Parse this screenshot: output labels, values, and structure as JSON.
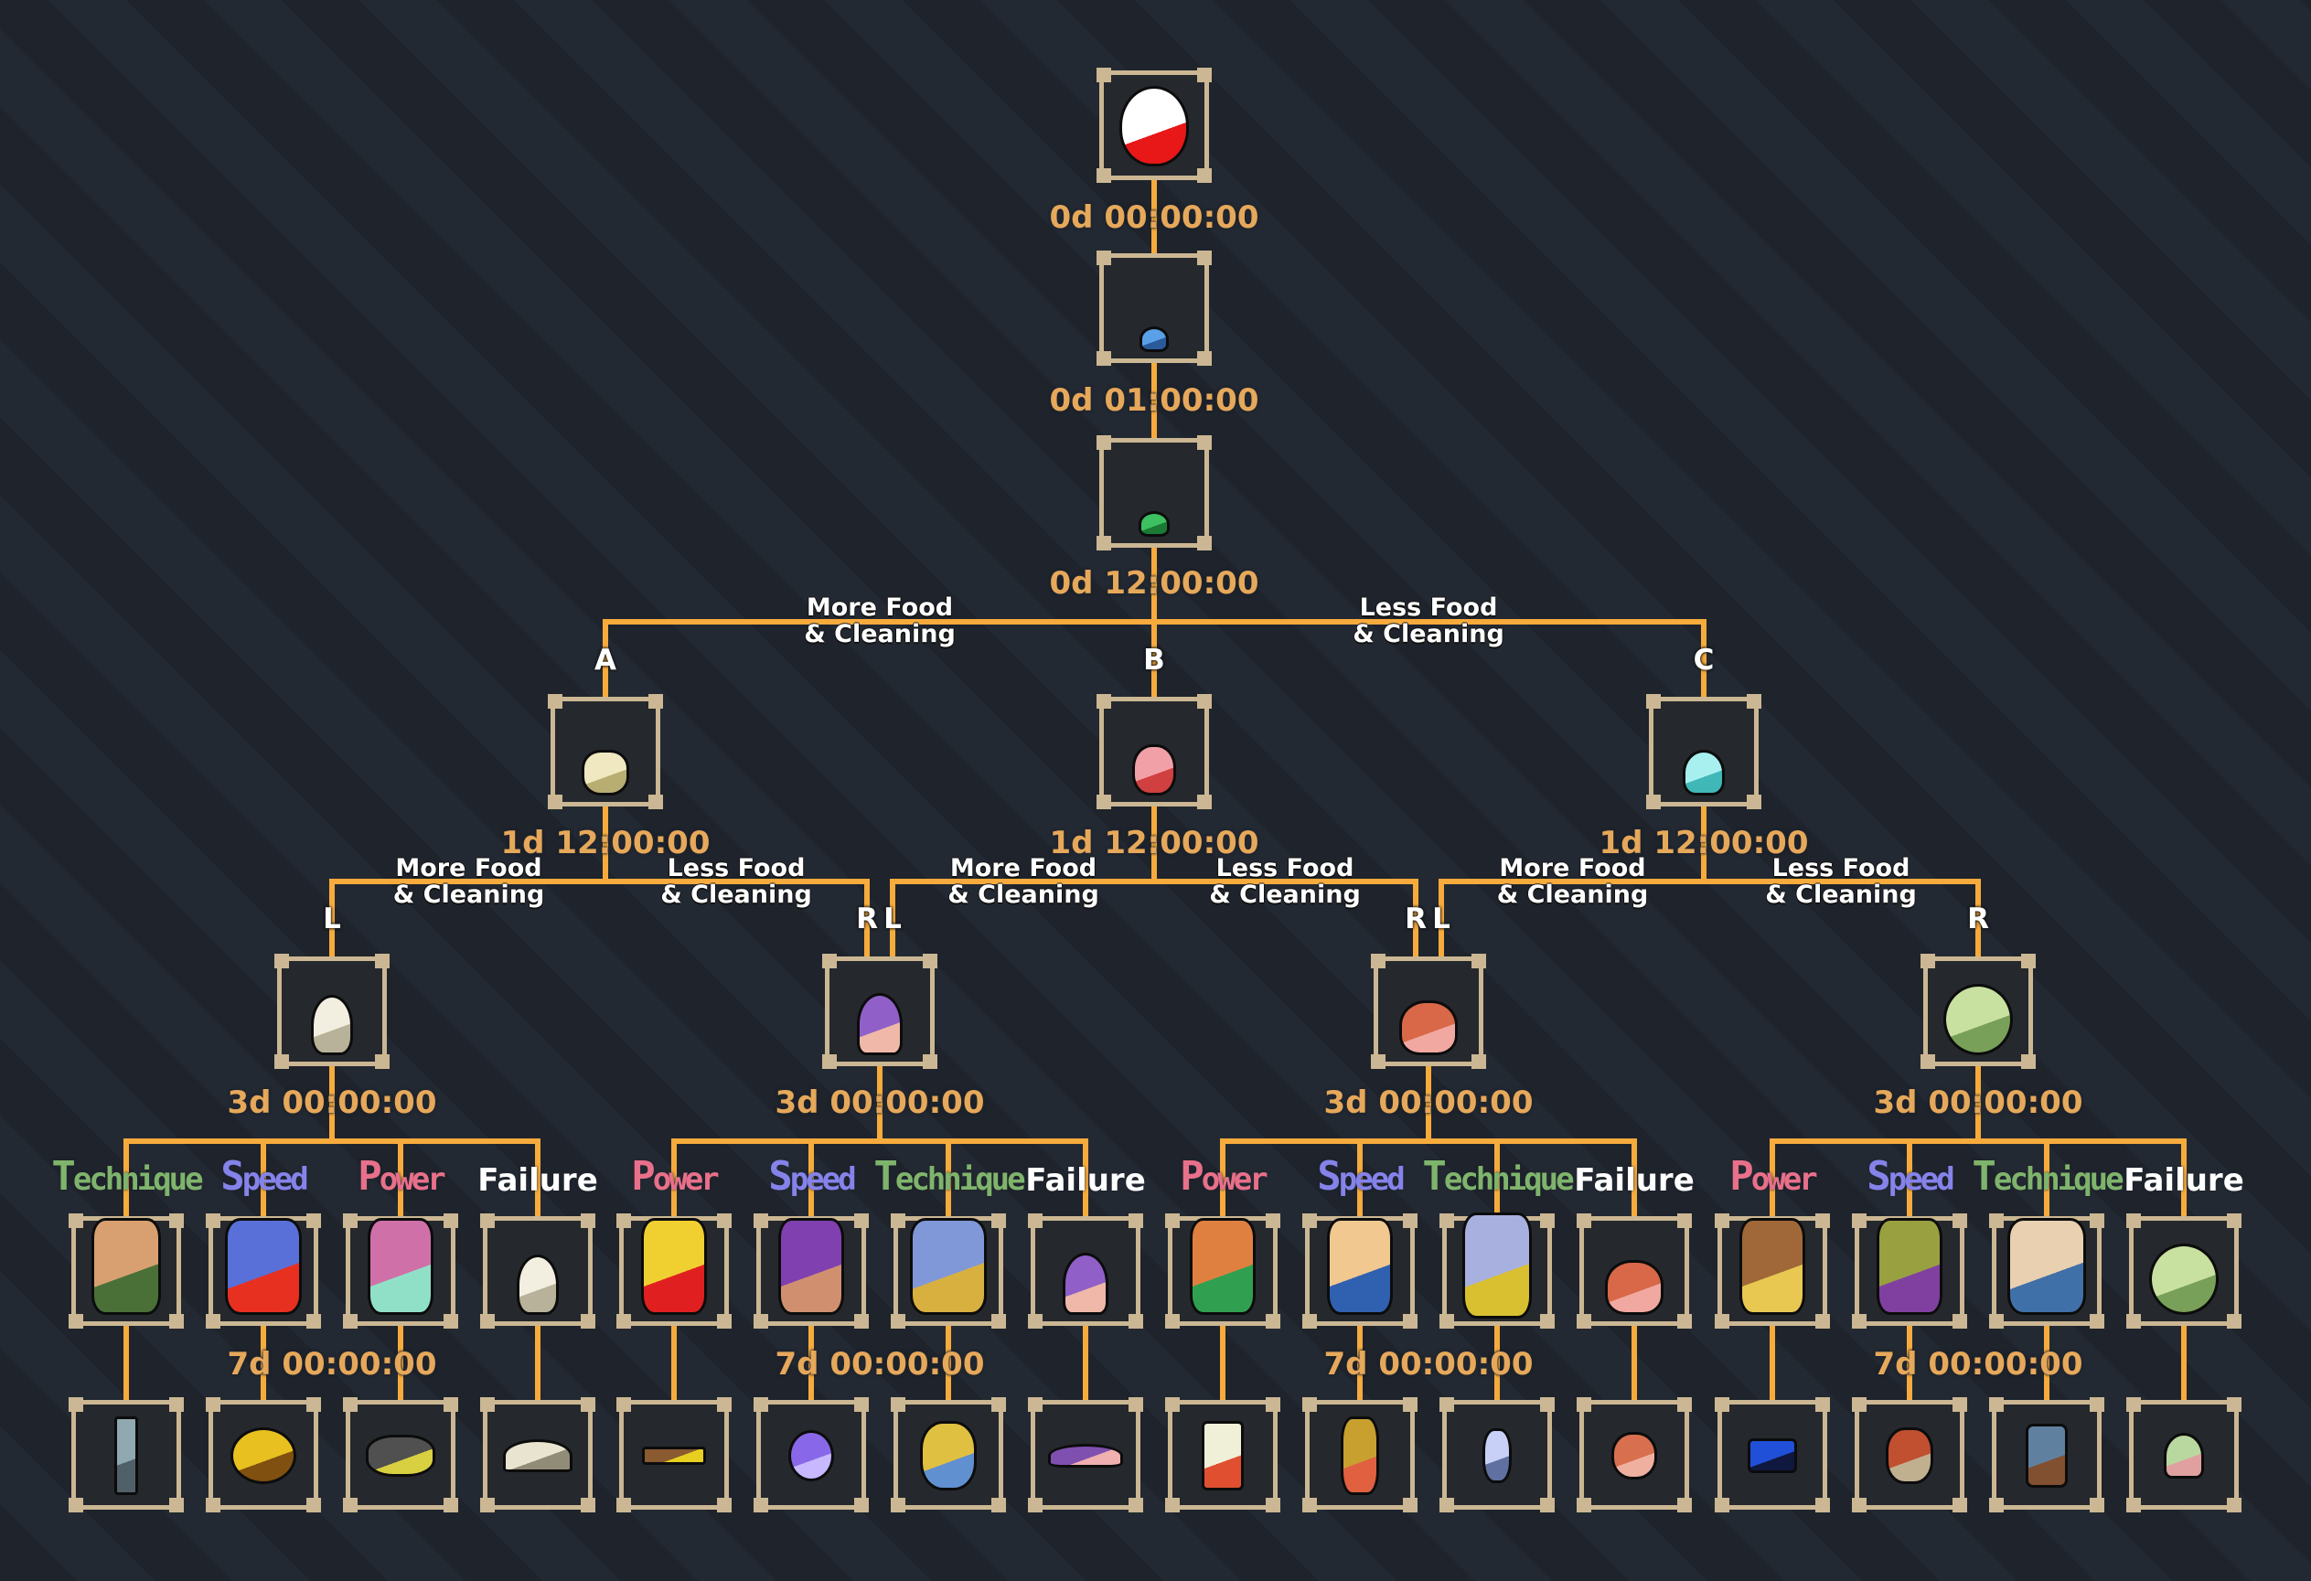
{
  "title": "Evolution chart",
  "colors": {
    "line": "#f7ab3c",
    "time_text": "#e6a85a",
    "box_border": "#cbb793",
    "power": "#e8708a",
    "speed": "#8583ea",
    "technique": "#7fb46c",
    "failure": "#ffffff"
  },
  "stages": {
    "egg": {
      "sprite": "red-spotted-egg",
      "time": "0d 00:00:00"
    },
    "baby1": {
      "sprite": "blue-blob-baby",
      "time": "0d 01:00:00"
    },
    "baby2": {
      "sprite": "green-blob-baby",
      "time": "0d 12:00:00"
    }
  },
  "branch1": {
    "left_condition": [
      "More Food",
      "& Cleaning"
    ],
    "right_condition": [
      "Less Food",
      "& Cleaning"
    ],
    "nodes": [
      {
        "letter": "A",
        "sprite": "cream-star-blob",
        "time": "1d 12:00:00"
      },
      {
        "letter": "B",
        "sprite": "pink-gourd-blob",
        "time": "1d 12:00:00"
      },
      {
        "letter": "C",
        "sprite": "cyan-drop-blob",
        "time": "1d 12:00:00"
      }
    ]
  },
  "branch2": {
    "more_condition": [
      "More Food",
      "& Cleaning"
    ],
    "less_condition": [
      "Less Food",
      "& Cleaning"
    ],
    "left_letter": "L",
    "right_letter": "R",
    "nodes": [
      {
        "sprite": "white-ghost",
        "time": "3d 00:00:00"
      },
      {
        "sprite": "purple-hood-ghost",
        "time": "3d 00:00:00"
      },
      {
        "sprite": "red-crab-blob",
        "time": "3d 00:00:00"
      },
      {
        "sprite": "green-round-blob",
        "time": "3d 00:00:00"
      }
    ]
  },
  "final_time": "7d 00:00:00",
  "groups": [
    {
      "children": [
        {
          "type": "Technique",
          "class": "technique",
          "sprite": "brawler",
          "item": "hook"
        },
        {
          "type": "Speed",
          "class": "speed",
          "sprite": "red-blue-demon",
          "item": "gold-ring"
        },
        {
          "type": "Power",
          "class": "power",
          "sprite": "succubus",
          "item": "bat"
        },
        {
          "type": "Failure",
          "class": "failure",
          "sprite": "white-ghost",
          "item": "white-blob-remains"
        }
      ]
    },
    {
      "children": [
        {
          "type": "Power",
          "class": "power",
          "sprite": "blonde-girl",
          "item": "stick"
        },
        {
          "type": "Speed",
          "class": "speed",
          "sprite": "purple-mage",
          "item": "purple-orb"
        },
        {
          "type": "Technique",
          "class": "technique",
          "sprite": "blue-ninja",
          "item": "food-bowl"
        },
        {
          "type": "Failure",
          "class": "failure",
          "sprite": "purple-hood-ghost",
          "item": "purple-puddle"
        }
      ]
    },
    {
      "children": [
        {
          "type": "Power",
          "class": "power",
          "sprite": "green-fighter",
          "item": "sandwich"
        },
        {
          "type": "Speed",
          "class": "speed",
          "sprite": "blonde-boxer",
          "item": "toy-cat"
        },
        {
          "type": "Technique",
          "class": "technique",
          "sprite": "armored-giant",
          "item": "metal-claw"
        },
        {
          "type": "Failure",
          "class": "failure",
          "sprite": "red-crab-blob",
          "item": "red-blob-remains"
        }
      ]
    },
    {
      "children": [
        {
          "type": "Power",
          "class": "power",
          "sprite": "wrestler",
          "item": "blue-glasses"
        },
        {
          "type": "Speed",
          "class": "speed",
          "sprite": "green-lizard",
          "item": "turtle-shell"
        },
        {
          "type": "Technique",
          "class": "technique",
          "sprite": "gunman",
          "item": "crossbow"
        },
        {
          "type": "Failure",
          "class": "failure",
          "sprite": "green-round-blob",
          "item": "green-blob-remains"
        }
      ]
    }
  ]
}
